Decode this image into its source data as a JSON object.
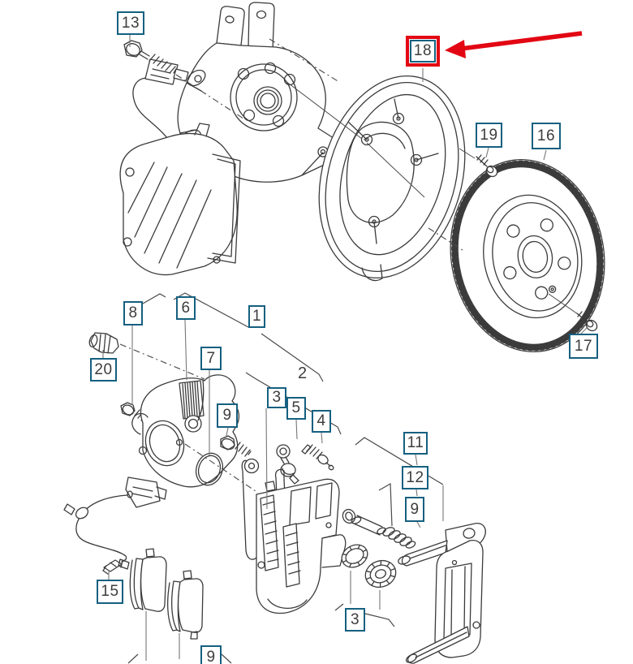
{
  "diagram": {
    "description": "Exploded parts diagram - rear disc brake assembly",
    "colors": {
      "background": "#ffffff",
      "callout_border": "#156080",
      "callout_text": "#3d3d3d",
      "line_art": "#3b3b3b",
      "leader_line": "#777777",
      "highlight": "#e30613"
    },
    "highlighted_callout": "18",
    "callouts": {
      "c13": "13",
      "c18": "18",
      "c19": "19",
      "c16": "16",
      "c17": "17",
      "c8": "8",
      "c6": "6",
      "c1": "1",
      "c7": "7",
      "c20": "20",
      "c9a": "9",
      "c2": "2",
      "c3a": "3",
      "c5": "5",
      "c4": "4",
      "c15": "15",
      "c9b": "9",
      "c3b": "3",
      "c11": "11",
      "c12": "12",
      "c9c": "9"
    }
  }
}
